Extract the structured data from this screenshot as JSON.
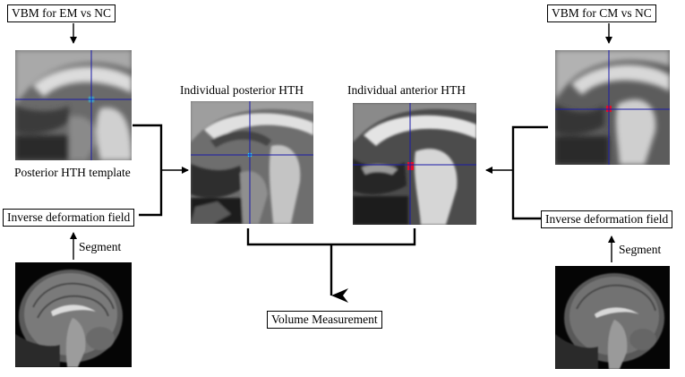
{
  "boxes": {
    "vbm_em": "VBM for EM vs NC",
    "vbm_cm": "VBM for CM vs NC",
    "inv_left": "Inverse deformation field",
    "inv_right": "Inverse deformation field",
    "volume": "Volume Measurement"
  },
  "labels": {
    "posterior_template": "Posterior HTH template",
    "indiv_posterior": "Individual posterior HTH",
    "indiv_anterior": "Individual anterior HTH",
    "segment_left": "Segment",
    "segment_right": "Segment"
  },
  "colors": {
    "crosshair": "#1a1aa8",
    "posterior_marker": "#28d8ff",
    "anterior_marker": "#e0102a"
  }
}
